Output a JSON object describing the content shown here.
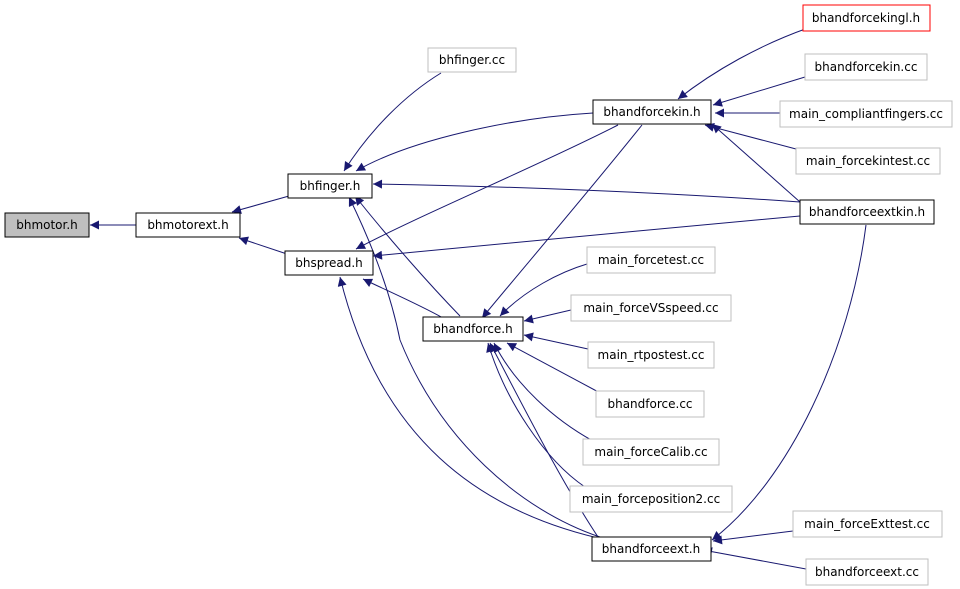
{
  "colors": {
    "edge": "#191970",
    "node_border_normal": "#000000",
    "node_border_leaf": "#bfbfbf",
    "node_border_highlight": "#ff0000",
    "root_fill": "#bfbfbf",
    "node_fill": "#ffffff"
  },
  "nodes": {
    "bhmotor_h": "bhmotor.h",
    "bhmotorext_h": "bhmotorext.h",
    "bhfinger_h": "bhfinger.h",
    "bhspread_h": "bhspread.h",
    "bhfinger_cc": "bhfinger.cc",
    "bhandforcekin_h": "bhandforcekin.h",
    "bhandforce_h": "bhandforce.h",
    "bhandforceext_h": "bhandforceext.h",
    "bhandforcekingl_h": "bhandforcekingl.h",
    "bhandforcekin_cc": "bhandforcekin.cc",
    "main_compliantfingers_cc": "main_compliantfingers.cc",
    "main_forcekintest_cc": "main_forcekintest.cc",
    "bhandforceextkin_h": "bhandforceextkin.h",
    "main_forcetest_cc": "main_forcetest.cc",
    "main_forceVSspeed_cc": "main_forceVSspeed.cc",
    "main_rtpostest_cc": "main_rtpostest.cc",
    "bhandforce_cc": "bhandforce.cc",
    "main_forceCalib_cc": "main_forceCalib.cc",
    "main_forceposition2_cc": "main_forceposition2.cc",
    "main_forceExttest_cc": "main_forceExttest.cc",
    "bhandforceext_cc": "bhandforceext.cc"
  }
}
